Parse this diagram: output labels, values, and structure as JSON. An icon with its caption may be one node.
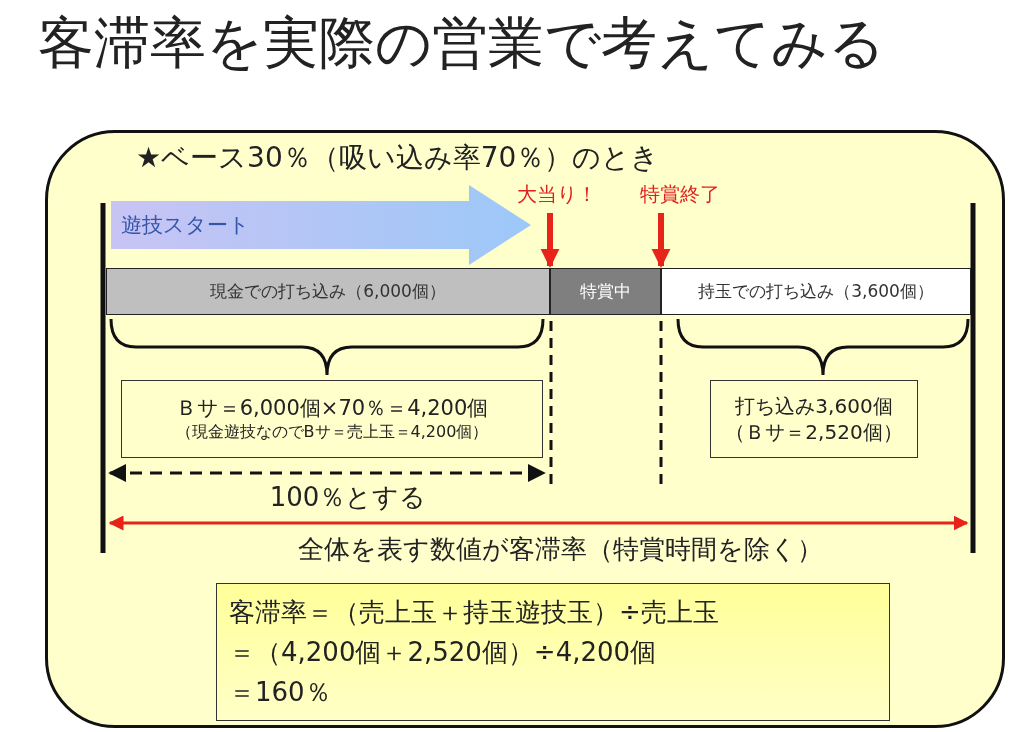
{
  "diagram": {
    "title": "客滞率を実際の営業で考えてみる",
    "nodes": [
      {
        "text": [
          "★ベース30％（吸い込み率70％）のとき"
        ]
      },
      {
        "text": [
          "遊技スタート"
        ],
        "in": 0
      },
      {
        "text": [
          "現金での打ち込み（6,000個）"
        ],
        "in": 0
      },
      {
        "text": [
          "特賞中"
        ],
        "in": 0
      },
      {
        "text": [
          "持玉での打ち込み（3,600個）"
        ],
        "in": 0
      },
      {
        "text": [
          "Ｂサ＝6,000個×70％＝4,200個",
          "（現金遊技なのでBサ＝売上玉＝4,200個）"
        ],
        "in": 0
      },
      {
        "text": [
          "打ち込み3,600個",
          "（Ｂサ＝2,520個）"
        ],
        "in": 0
      },
      {
        "text": [
          "客滞率＝（売上玉＋持玉遊技玉）÷売上玉",
          "＝（4,200個＋2,520個）÷4,200個",
          "＝160％"
        ],
        "in": 0
      },
      {
        "text": [
          "大当り！"
        ],
        "in": 0
      },
      {
        "text": [
          "特賞終了"
        ],
        "in": 0
      }
    ],
    "edges": [
      {
        "from": 8,
        "to": 3,
        "arrow": "to"
      },
      {
        "from": 9,
        "to": 4,
        "arrow": "to"
      }
    ],
    "labels": [
      "100％とする",
      "全体を表す数値が客滞率（特賞時間を除く）"
    ]
  }
}
